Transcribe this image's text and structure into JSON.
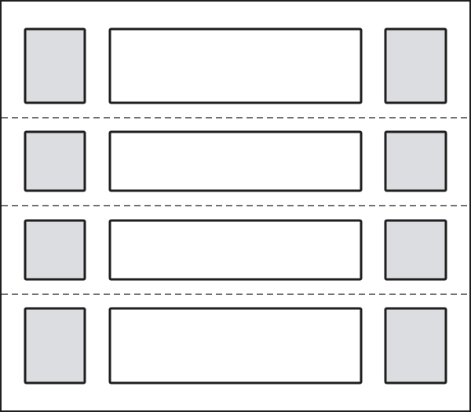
{
  "diagram": {
    "colors": {
      "stroke": "#1f1f1f",
      "side_fill": "#dcdde0",
      "center_fill": "#ffffff",
      "background": "#ffffff"
    },
    "row_count": 4,
    "separator_style": "dashed",
    "row_cells": [
      "side-box",
      "center-box",
      "side-box"
    ]
  }
}
